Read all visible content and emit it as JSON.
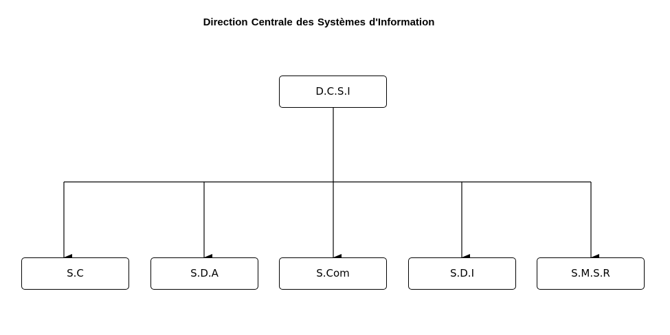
{
  "title": "Direction Centrale des  Systèmes  d'Information",
  "root": {
    "label": "D.C.S.I"
  },
  "children": [
    {
      "label": "S.C"
    },
    {
      "label": "S.D.A"
    },
    {
      "label": "S.Com"
    },
    {
      "label": "S.D.I"
    },
    {
      "label": "S.M.S.R"
    }
  ],
  "colors": {
    "line": "#000000",
    "box_border": "#000000",
    "background": "#ffffff"
  }
}
